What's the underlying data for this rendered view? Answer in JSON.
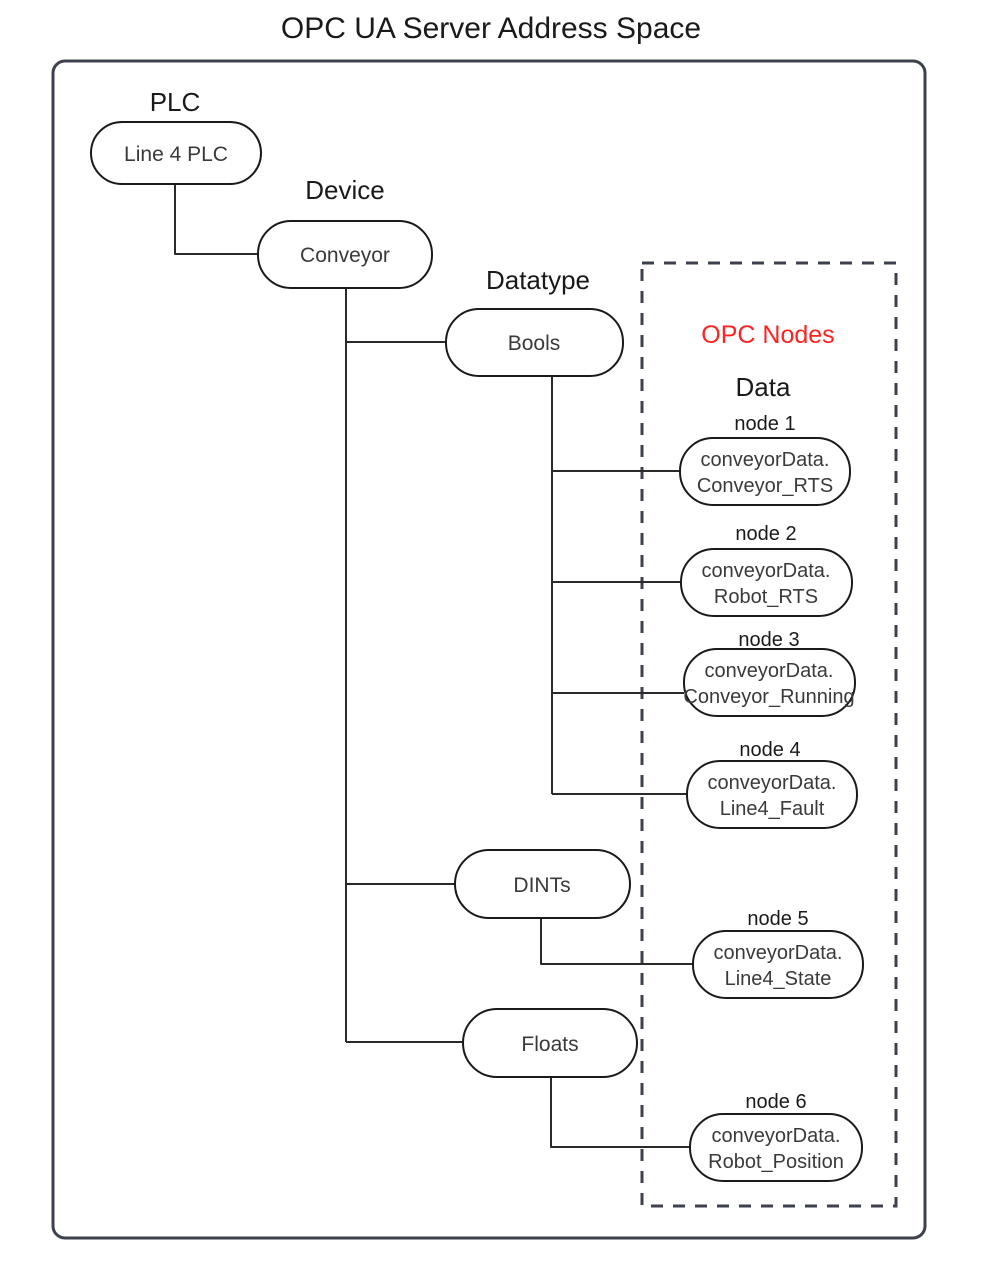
{
  "title": "OPC UA Server Address Space",
  "groups": {
    "plc_label": "PLC",
    "device_label": "Device",
    "datatype_label": "Datatype",
    "opc_nodes_label": "OPC Nodes",
    "data_label": "Data"
  },
  "colors": {
    "accent": "#ff2222",
    "frame": "#3d414d",
    "node_stroke": "#1a1a1a",
    "text": "#3a3a3a",
    "background": "#ffffff"
  },
  "tree": {
    "plc": {
      "label": "Line 4 PLC"
    },
    "device": {
      "label": "Conveyor"
    },
    "datatypes": [
      {
        "label": "Bools"
      },
      {
        "label": "DINTs"
      },
      {
        "label": "Floats"
      }
    ]
  },
  "opc_nodes": [
    {
      "caption": "node 1",
      "line1": "conveyorData.",
      "line2": "Conveyor_RTS",
      "datatype": "Bools"
    },
    {
      "caption": "node 2",
      "line1": "conveyorData.",
      "line2": "Robot_RTS",
      "datatype": "Bools"
    },
    {
      "caption": "node 3",
      "line1": "conveyorData.",
      "line2": "Conveyor_Running",
      "datatype": "Bools"
    },
    {
      "caption": "node 4",
      "line1": "conveyorData.",
      "line2": "Line4_Fault",
      "datatype": "Bools"
    },
    {
      "caption": "node 5",
      "line1": "conveyorData.",
      "line2": "Line4_State",
      "datatype": "DINTs"
    },
    {
      "caption": "node 6",
      "line1": "conveyorData.",
      "line2": "Robot_Position",
      "datatype": "Floats"
    }
  ]
}
